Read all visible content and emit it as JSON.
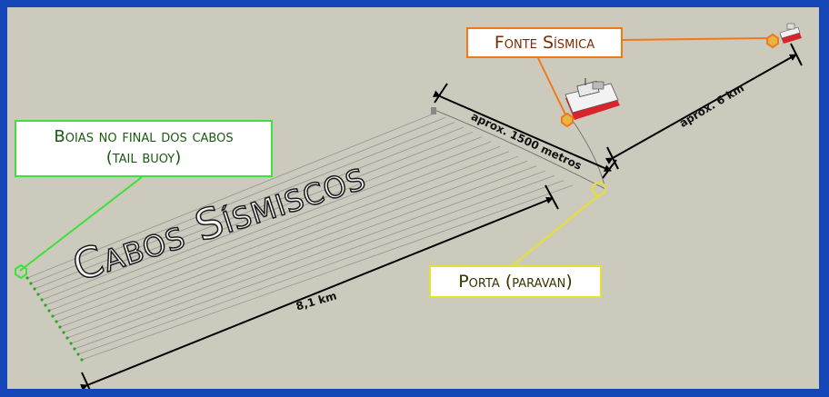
{
  "labels": {
    "buoy_line1": "Boias no final dos cabos",
    "buoy_line2": "(tail buoy)",
    "source": "Fonte Sísmica",
    "door": "Porta (paravan)",
    "cables": "Cabos Sísmiscos"
  },
  "measurements": {
    "cable_length": "8,1 km",
    "distance_1500": "aprox. 1500 metros",
    "distance_6km": "aprox. 6 km"
  },
  "colors": {
    "border": "#1547b8",
    "background": "#cccabd",
    "buoy_callout": "#3fe03a",
    "source_callout": "#f07a1a",
    "door_callout": "#e6e12a",
    "arrows": "#000000"
  }
}
